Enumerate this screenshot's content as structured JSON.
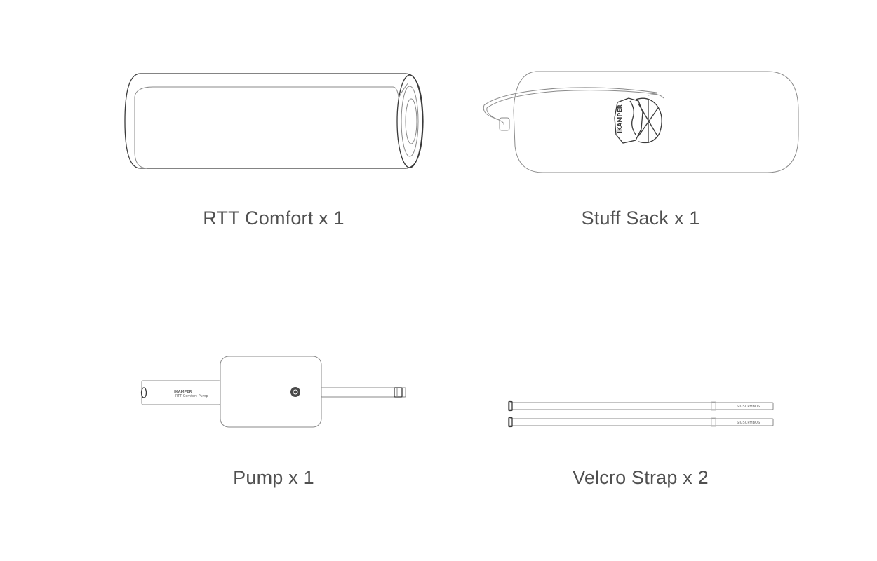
{
  "items": [
    {
      "id": "rtt-comfort",
      "label": "RTT Comfort x 1",
      "icon": "rolled-mattress-icon"
    },
    {
      "id": "stuff-sack",
      "label": "Stuff Sack x 1",
      "icon": "stuff-sack-icon"
    },
    {
      "id": "pump",
      "label": "Pump x 1",
      "icon": "pump-icon"
    },
    {
      "id": "velcro-strap",
      "label": "Velcro Strap x 2",
      "icon": "velcro-strap-icon"
    }
  ],
  "brand": {
    "logo_text": "IKAMPER",
    "pump_subtext": "RTT Comfort Pump",
    "strap_text": "SIGSUPMBOS"
  },
  "colors": {
    "background": "#ffffff",
    "line": "#3a3a3a",
    "caption": "#505050"
  }
}
